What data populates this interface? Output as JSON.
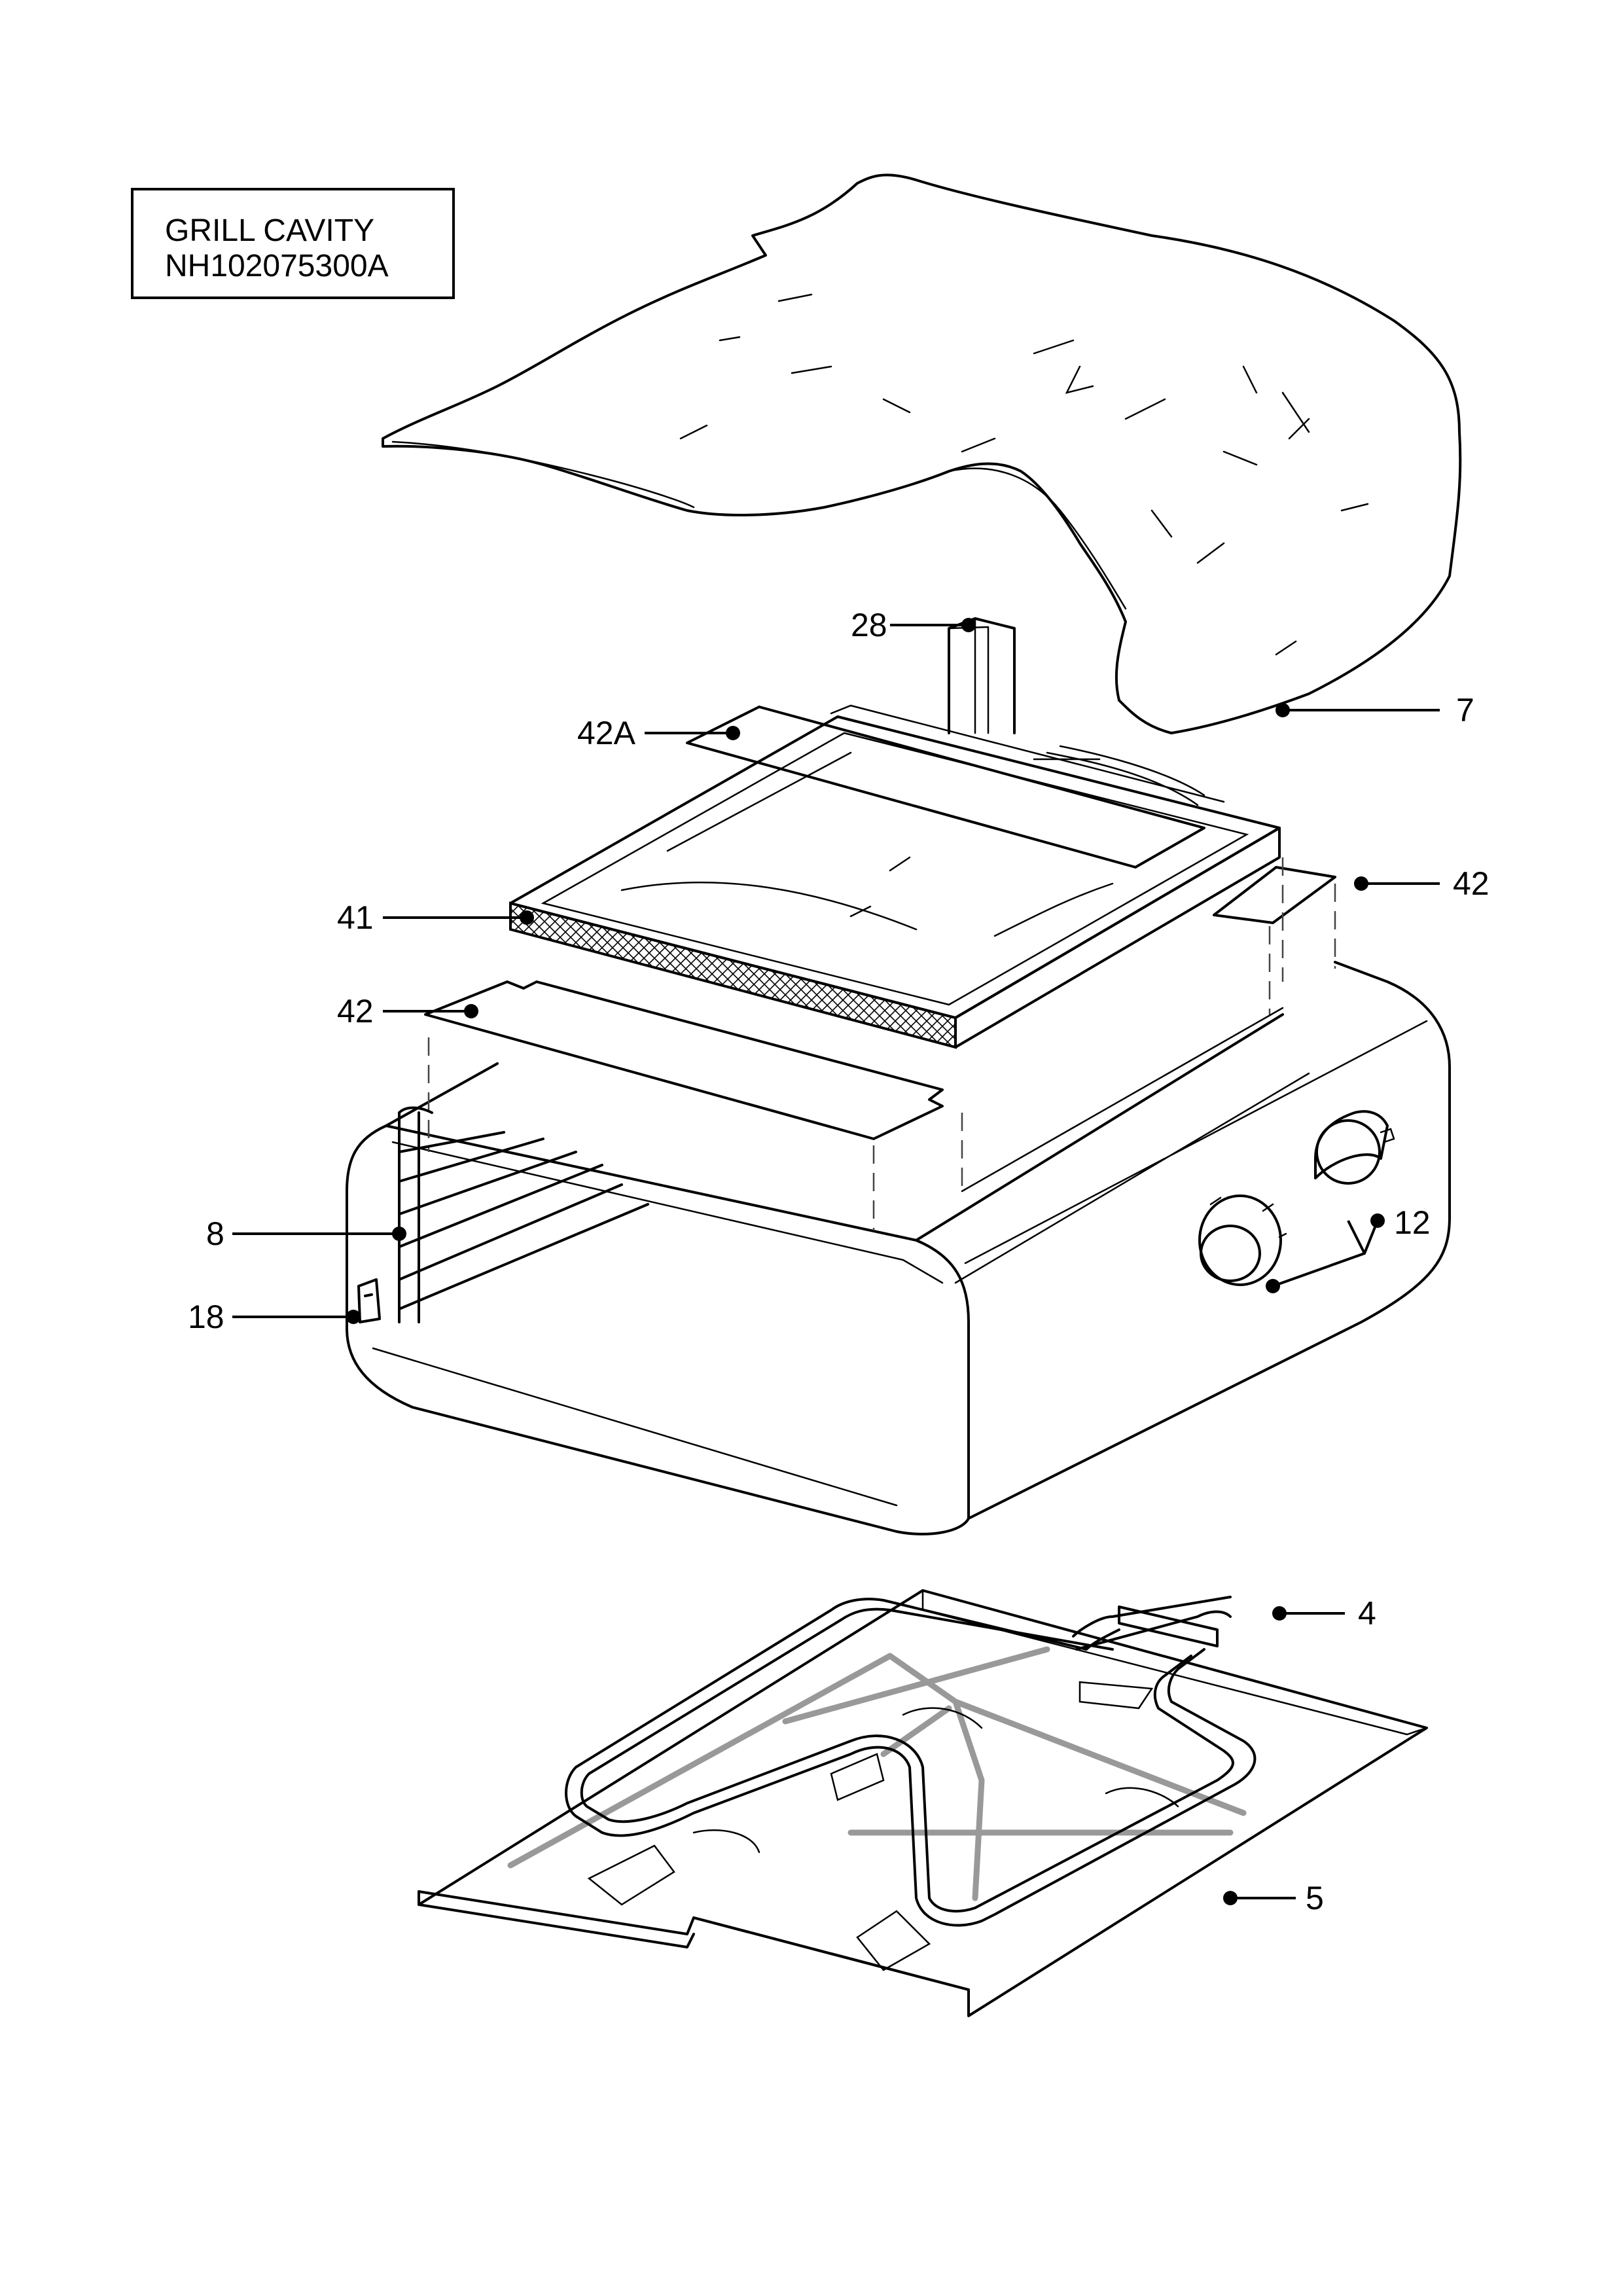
{
  "title": {
    "line1": "GRILL CAVITY",
    "line2": "NH102075300A"
  },
  "callouts": [
    {
      "id": "28",
      "label": "28",
      "part": "duct"
    },
    {
      "id": "7",
      "label": "7",
      "part": "insulation-blanket"
    },
    {
      "id": "42A",
      "label": "42A",
      "part": "top-insulation-strip"
    },
    {
      "id": "42-right",
      "label": "42",
      "part": "side-insulation-strip"
    },
    {
      "id": "41",
      "label": "41",
      "part": "insulation-pad"
    },
    {
      "id": "42-left",
      "label": "42",
      "part": "front-insulation-strip"
    },
    {
      "id": "8",
      "label": "8",
      "part": "shelf-support-rack"
    },
    {
      "id": "18",
      "label": "18",
      "part": "rack-clip"
    },
    {
      "id": "12",
      "label": "12",
      "part": "lamp-assembly"
    },
    {
      "id": "4",
      "label": "4",
      "part": "grill-element"
    },
    {
      "id": "5",
      "label": "5",
      "part": "base-plate"
    }
  ]
}
